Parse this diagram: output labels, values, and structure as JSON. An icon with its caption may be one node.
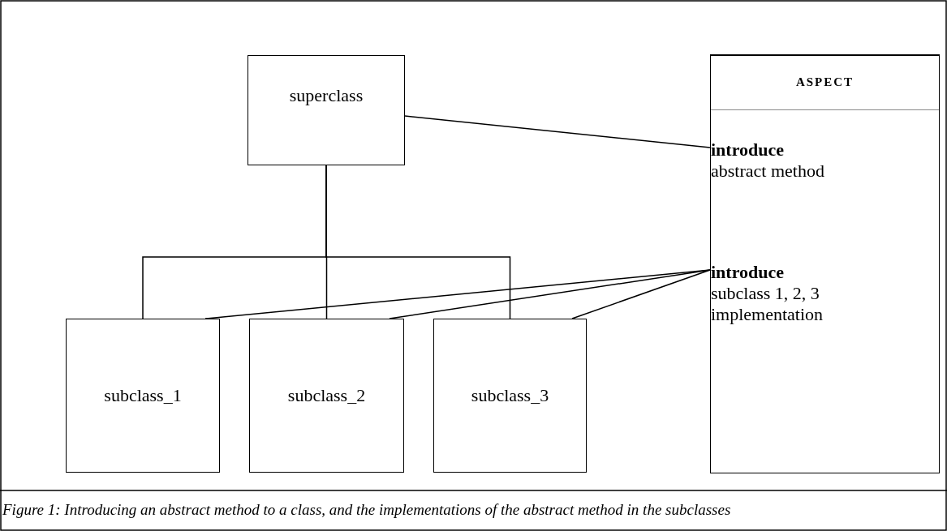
{
  "diagram": {
    "caption": "Figure 1: Introducing an abstract method to a class, and the implementations of the abstract method in the subclasses",
    "nodes": [
      {
        "text": [
          "superclass"
        ]
      },
      {
        "text": [
          "subclass_1"
        ]
      },
      {
        "text": [
          "subclass_2"
        ]
      },
      {
        "text": [
          "subclass_3"
        ]
      },
      {
        "text": [
          "ASPECT"
        ]
      },
      {
        "text": [
          "introduce",
          "abstract method"
        ],
        "in": 4
      },
      {
        "text": [
          "introduce",
          "subclass 1, 2, 3 implementation"
        ],
        "in": 4
      }
    ],
    "edges": [
      {
        "from": 0,
        "to": 1,
        "arrow": "none"
      },
      {
        "from": 0,
        "to": 2,
        "arrow": "none"
      },
      {
        "from": 0,
        "to": 3,
        "arrow": "none"
      },
      {
        "from": 0,
        "to": 5,
        "arrow": "none"
      },
      {
        "from": 6,
        "to": 1,
        "arrow": "none"
      },
      {
        "from": 6,
        "to": 2,
        "arrow": "none"
      },
      {
        "from": 6,
        "to": 3,
        "arrow": "none"
      }
    ]
  }
}
